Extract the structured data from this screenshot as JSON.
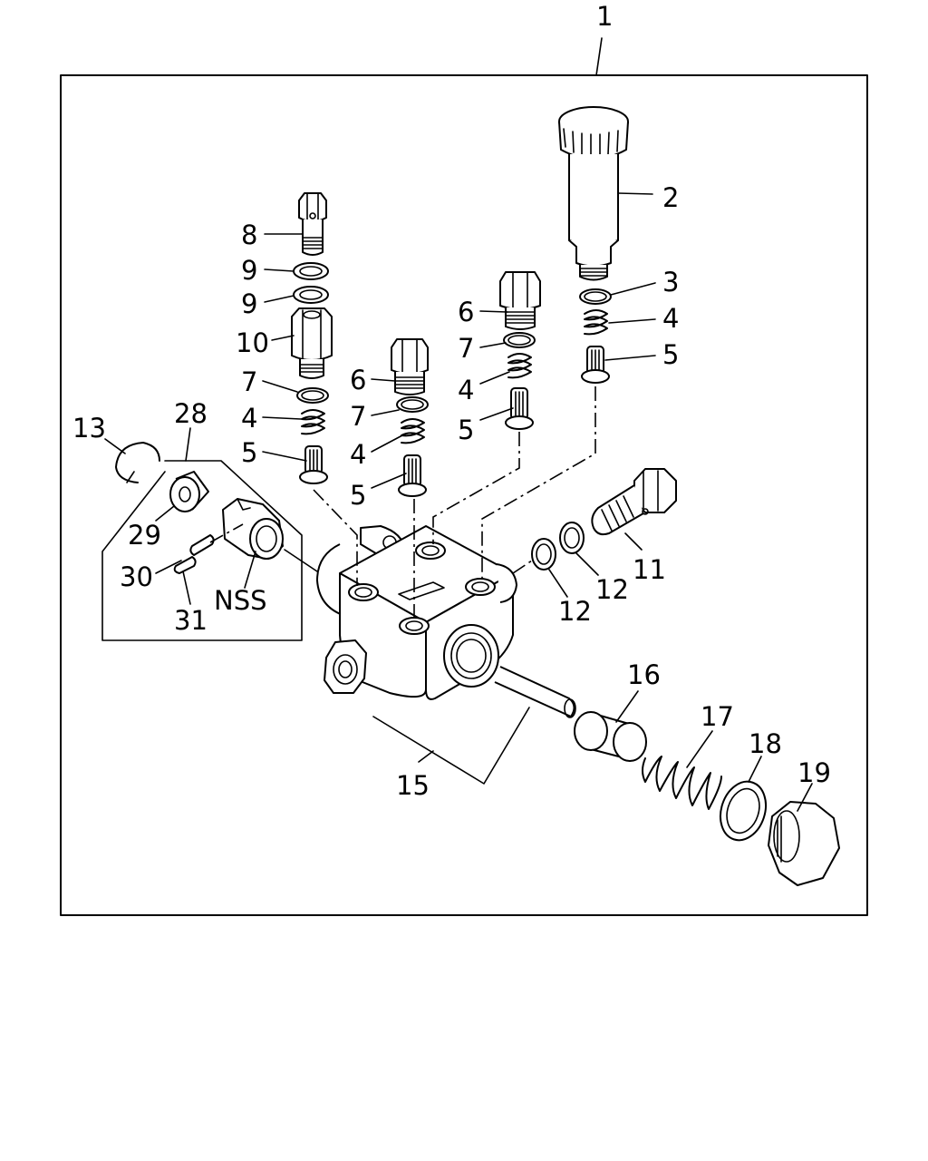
{
  "callouts": {
    "c1": "1",
    "c2": "2",
    "c3": "3",
    "c4a": "4",
    "c5a": "5",
    "c6a": "6",
    "c7a": "7",
    "c4b": "4",
    "c5b": "5",
    "c8": "8",
    "c9a": "9",
    "c9b": "9",
    "c10": "10",
    "c7b": "7",
    "c4c": "4",
    "c5c": "5",
    "c6b": "6",
    "c7c": "7",
    "c4d": "4",
    "c5d": "5",
    "c13": "13",
    "c28": "28",
    "c29": "29",
    "c30": "30",
    "c31": "31",
    "nss": "NSS",
    "c11": "11",
    "c12a": "12",
    "c12b": "12",
    "c15": "15",
    "c16": "16",
    "c17": "17",
    "c18": "18",
    "c19": "19"
  }
}
